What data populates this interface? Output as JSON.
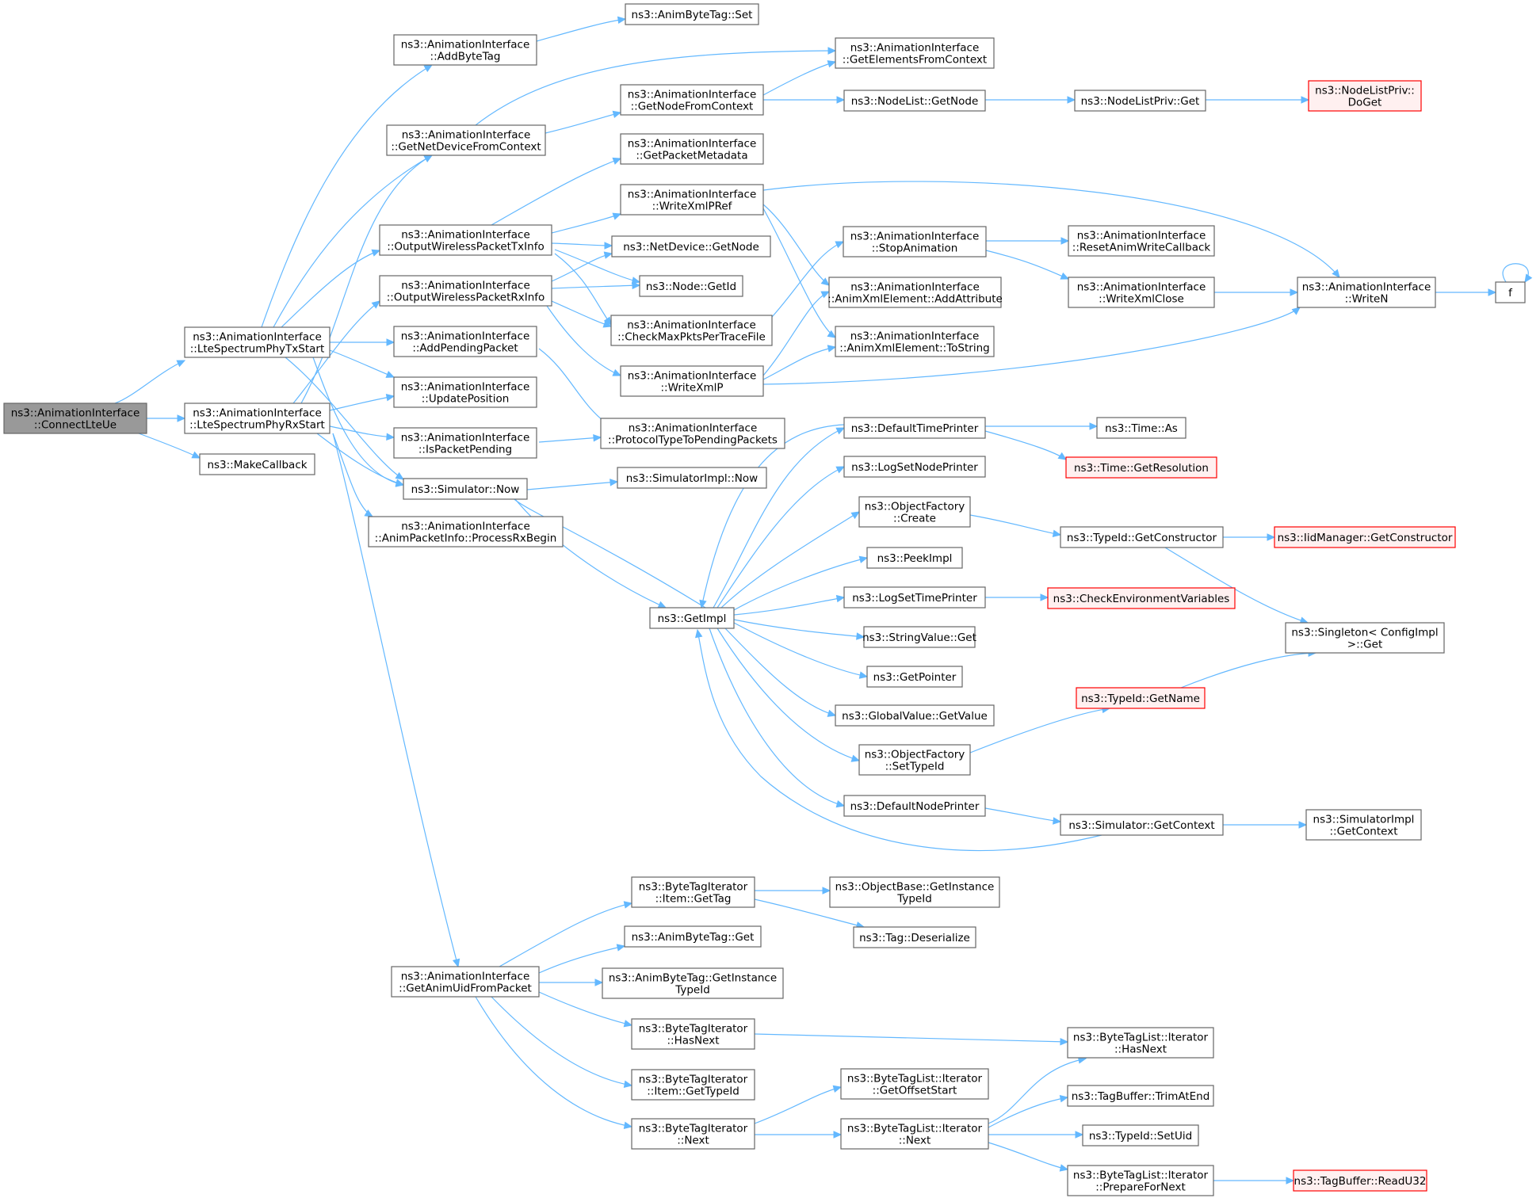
{
  "nodes": [
    {
      "id": "root",
      "lines": [
        "ns3::AnimationInterface",
        "::ConnectLteUe"
      ],
      "style": "root"
    },
    {
      "id": "txstart",
      "lines": [
        "ns3::AnimationInterface",
        "::LteSpectrumPhyTxStart"
      ]
    },
    {
      "id": "rxstart",
      "lines": [
        "ns3::AnimationInterface",
        "::LteSpectrumPhyRxStart"
      ]
    },
    {
      "id": "makecb",
      "lines": [
        "ns3::MakeCallback"
      ]
    },
    {
      "id": "addbytetag",
      "lines": [
        "ns3::AnimationInterface",
        "::AddByteTag"
      ]
    },
    {
      "id": "getnetdev",
      "lines": [
        "ns3::AnimationInterface",
        "::GetNetDeviceFromContext"
      ]
    },
    {
      "id": "outtx",
      "lines": [
        "ns3::AnimationInterface",
        "::OutputWirelessPacketTxInfo"
      ]
    },
    {
      "id": "outrx",
      "lines": [
        "ns3::AnimationInterface",
        "::OutputWirelessPacketRxInfo"
      ]
    },
    {
      "id": "addpending",
      "lines": [
        "ns3::AnimationInterface",
        "::AddPendingPacket"
      ]
    },
    {
      "id": "updatepos",
      "lines": [
        "ns3::AnimationInterface",
        "::UpdatePosition"
      ]
    },
    {
      "id": "ispending",
      "lines": [
        "ns3::AnimationInterface",
        "::IsPacketPending"
      ]
    },
    {
      "id": "simnow",
      "lines": [
        "ns3::Simulator::Now"
      ]
    },
    {
      "id": "processrx",
      "lines": [
        "ns3::AnimationInterface",
        "::AnimPacketInfo::ProcessRxBegin"
      ]
    },
    {
      "id": "getanimuid",
      "lines": [
        "ns3::AnimationInterface",
        "::GetAnimUidFromPacket"
      ]
    },
    {
      "id": "animbytetagset",
      "lines": [
        "ns3::AnimByteTag::Set"
      ]
    },
    {
      "id": "getnodectx",
      "lines": [
        "ns3::AnimationInterface",
        "::GetNodeFromContext"
      ]
    },
    {
      "id": "getpktmeta",
      "lines": [
        "ns3::AnimationInterface",
        "::GetPacketMetadata"
      ]
    },
    {
      "id": "writexmlpref",
      "lines": [
        "ns3::AnimationInterface",
        "::WriteXmlPRef"
      ]
    },
    {
      "id": "netdevgetnode",
      "lines": [
        "ns3::NetDevice::GetNode"
      ]
    },
    {
      "id": "nodegetid",
      "lines": [
        "ns3::Node::GetId"
      ]
    },
    {
      "id": "checkmax",
      "lines": [
        "ns3::AnimationInterface",
        "::CheckMaxPktsPerTraceFile"
      ]
    },
    {
      "id": "writexmlp",
      "lines": [
        "ns3::AnimationInterface",
        "::WriteXmlP"
      ]
    },
    {
      "id": "prottype",
      "lines": [
        "ns3::AnimationInterface",
        "::ProtocolTypeToPendingPackets"
      ]
    },
    {
      "id": "simimplnow",
      "lines": [
        "ns3::SimulatorImpl::Now"
      ]
    },
    {
      "id": "getimpl",
      "lines": [
        "ns3::GetImpl"
      ]
    },
    {
      "id": "getelems",
      "lines": [
        "ns3::AnimationInterface",
        "::GetElementsFromContext"
      ]
    },
    {
      "id": "nodelistgetnode",
      "lines": [
        "ns3::NodeList::GetNode"
      ]
    },
    {
      "id": "stopanim",
      "lines": [
        "ns3::AnimationInterface",
        "::StopAnimation"
      ]
    },
    {
      "id": "addattr",
      "lines": [
        "ns3::AnimationInterface",
        "::AnimXmlElement::AddAttribute"
      ]
    },
    {
      "id": "tostring",
      "lines": [
        "ns3::AnimationInterface",
        "::AnimXmlElement::ToString"
      ]
    },
    {
      "id": "deftimeprinter",
      "lines": [
        "ns3::DefaultTimePrinter"
      ]
    },
    {
      "id": "logsetnodeprinter",
      "lines": [
        "ns3::LogSetNodePrinter"
      ]
    },
    {
      "id": "objfactcreate",
      "lines": [
        "ns3::ObjectFactory",
        "::Create"
      ]
    },
    {
      "id": "peekimpl",
      "lines": [
        "ns3::PeekImpl"
      ]
    },
    {
      "id": "logsettimeprinter",
      "lines": [
        "ns3::LogSetTimePrinter"
      ]
    },
    {
      "id": "stringvalueget",
      "lines": [
        "ns3::StringValue::Get"
      ]
    },
    {
      "id": "getpointer",
      "lines": [
        "ns3::GetPointer"
      ]
    },
    {
      "id": "globalvalue",
      "lines": [
        "ns3::GlobalValue::GetValue"
      ]
    },
    {
      "id": "objfactsettypeid",
      "lines": [
        "ns3::ObjectFactory",
        "::SetTypeId"
      ]
    },
    {
      "id": "defnodeprinter",
      "lines": [
        "ns3::DefaultNodePrinter"
      ]
    },
    {
      "id": "bytetagitemgettag",
      "lines": [
        "ns3::ByteTagIterator",
        "::Item::GetTag"
      ]
    },
    {
      "id": "animbytetagget",
      "lines": [
        "ns3::AnimByteTag::Get"
      ]
    },
    {
      "id": "animbytetaggetinst",
      "lines": [
        "ns3::AnimByteTag::GetInstance",
        "TypeId"
      ]
    },
    {
      "id": "bytetaghasnext",
      "lines": [
        "ns3::ByteTagIterator",
        "::HasNext"
      ]
    },
    {
      "id": "bytetagitemgettypeid",
      "lines": [
        "ns3::ByteTagIterator",
        "::Item::GetTypeId"
      ]
    },
    {
      "id": "bytetagnext",
      "lines": [
        "ns3::ByteTagIterator",
        "::Next"
      ]
    },
    {
      "id": "nodelistprivget",
      "lines": [
        "ns3::NodeListPriv::Get"
      ]
    },
    {
      "id": "resetanim",
      "lines": [
        "ns3::AnimationInterface",
        "::ResetAnimWriteCallback"
      ]
    },
    {
      "id": "writexmlclose",
      "lines": [
        "ns3::AnimationInterface",
        "::WriteXmlClose"
      ]
    },
    {
      "id": "timeas",
      "lines": [
        "ns3::Time::As"
      ]
    },
    {
      "id": "timegetres",
      "lines": [
        "ns3::Time::GetResolution"
      ],
      "style": "red"
    },
    {
      "id": "typeidgetctor",
      "lines": [
        "ns3::TypeId::GetConstructor"
      ]
    },
    {
      "id": "checkenv",
      "lines": [
        "ns3::CheckEnvironmentVariables"
      ],
      "style": "red"
    },
    {
      "id": "typeidgetname",
      "lines": [
        "ns3::TypeId::GetName"
      ],
      "style": "red"
    },
    {
      "id": "simgetcontext",
      "lines": [
        "ns3::Simulator::GetContext"
      ]
    },
    {
      "id": "objbasegetinst",
      "lines": [
        "ns3::ObjectBase::GetInstance",
        "TypeId"
      ]
    },
    {
      "id": "tagdeser",
      "lines": [
        "ns3::Tag::Deserialize"
      ]
    },
    {
      "id": "btlgetoffset",
      "lines": [
        "ns3::ByteTagList::Iterator",
        "::GetOffsetStart"
      ]
    },
    {
      "id": "btlnext",
      "lines": [
        "ns3::ByteTagList::Iterator",
        "::Next"
      ]
    },
    {
      "id": "btlhasnext",
      "lines": [
        "ns3::ByteTagList::Iterator",
        "::HasNext"
      ]
    },
    {
      "id": "tagbuftrim",
      "lines": [
        "ns3::TagBuffer::TrimAtEnd"
      ]
    },
    {
      "id": "typeidsetuid",
      "lines": [
        "ns3::TypeId::SetUid"
      ]
    },
    {
      "id": "btlprepare",
      "lines": [
        "ns3::ByteTagList::Iterator",
        "::PrepareForNext"
      ]
    },
    {
      "id": "tagbufreadu32",
      "lines": [
        "ns3::TagBuffer::ReadU32"
      ],
      "style": "red"
    },
    {
      "id": "nodelistprivdoget",
      "lines": [
        "ns3::NodeListPriv::",
        "DoGet"
      ],
      "style": "red"
    },
    {
      "id": "writen",
      "lines": [
        "ns3::AnimationInterface",
        "::WriteN"
      ]
    },
    {
      "id": "iidmgrgetctor",
      "lines": [
        "ns3::IidManager::GetConstructor"
      ],
      "style": "red"
    },
    {
      "id": "singletonget",
      "lines": [
        "ns3::Singleton< ConfigImpl",
        " >::Get"
      ]
    },
    {
      "id": "simimplgetctx",
      "lines": [
        "ns3::SimulatorImpl",
        "::GetContext"
      ]
    },
    {
      "id": "f",
      "lines": [
        "f"
      ]
    }
  ]
}
